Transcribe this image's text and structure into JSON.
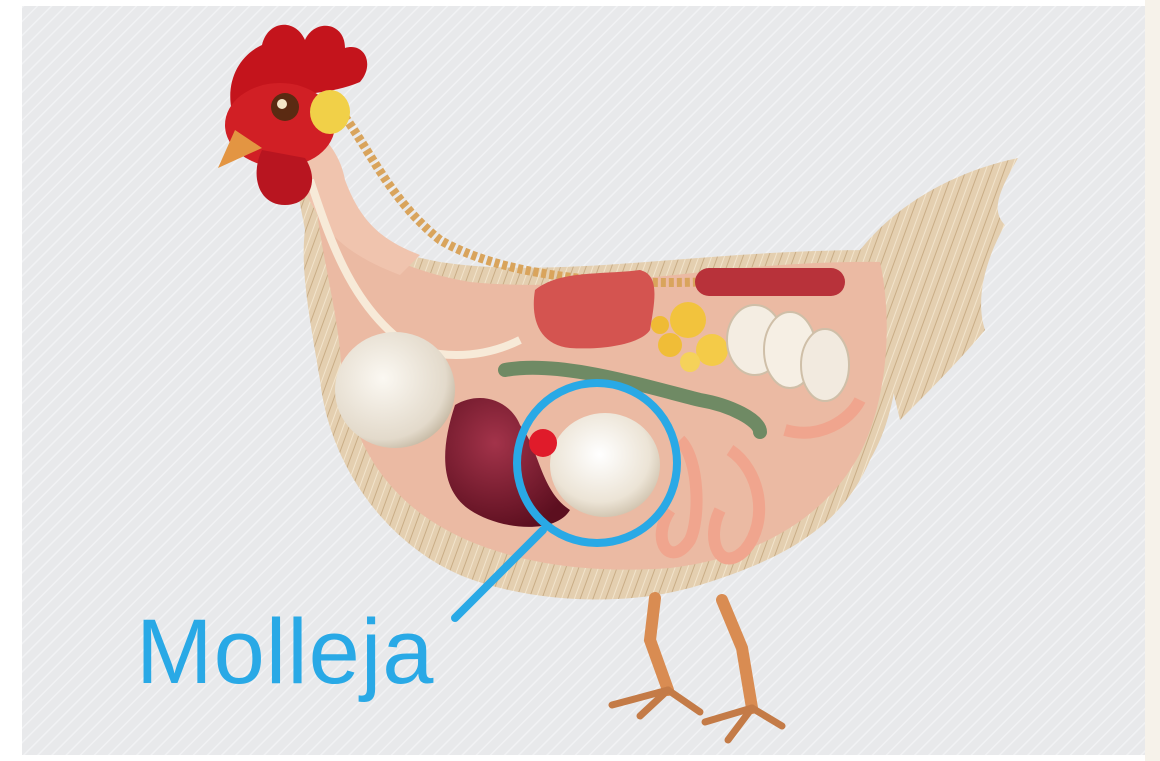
{
  "colors": {
    "highlight": "#29a9e6",
    "panel_bg": "#e9eaec",
    "page_bg": "#ffffff",
    "comb": "#c4141c",
    "beak": "#e39542",
    "legs": "#d98c52",
    "feathers": "#dfc9a7",
    "body": "#ecb8a0",
    "liver": "#7b1a2c",
    "gizzard": "#f1ebe1"
  },
  "label": {
    "text": "Molleja",
    "target_organ": "gizzard"
  },
  "icon_names": [
    "chicken-anatomy-illustration",
    "highlight-circle",
    "pointer-line"
  ]
}
